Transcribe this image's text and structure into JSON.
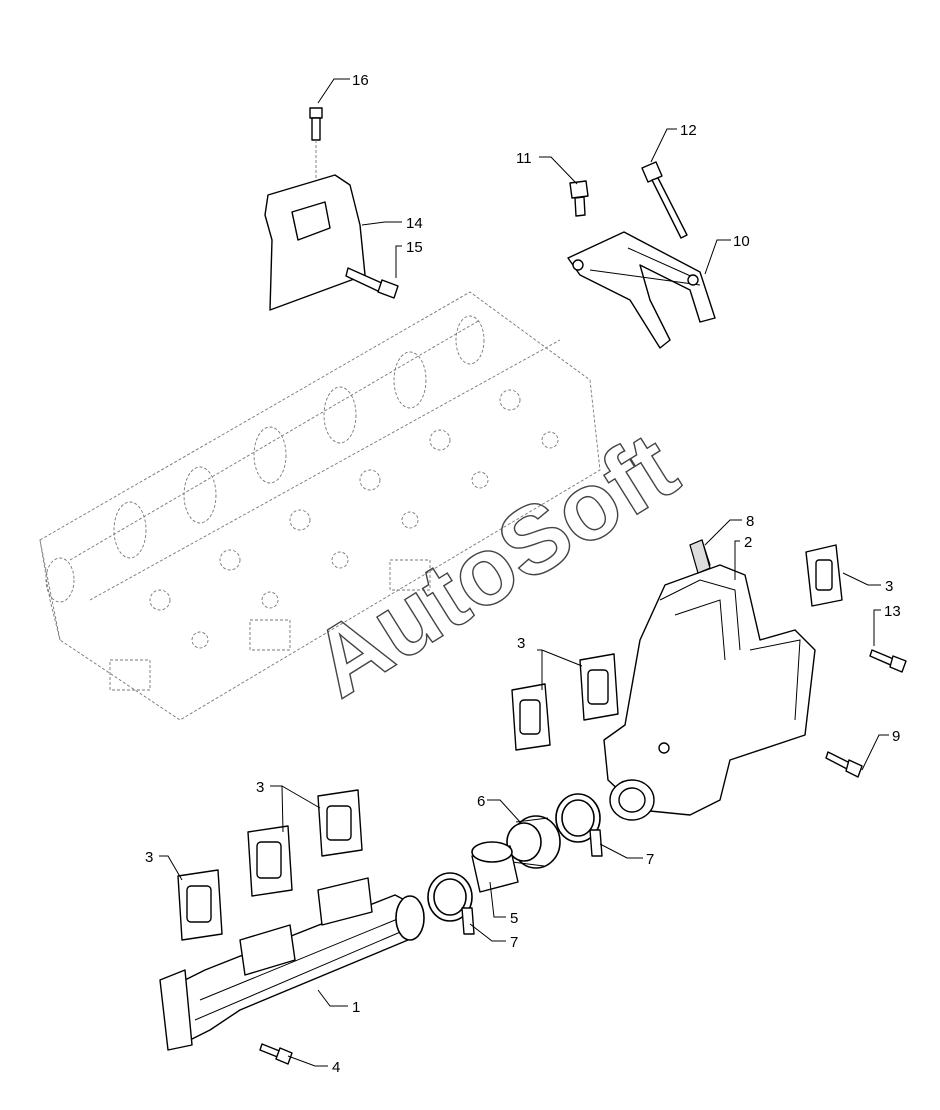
{
  "callouts": {
    "c1": "1",
    "c2": "2",
    "c3a": "3",
    "c3b": "3",
    "c3c": "3",
    "c3d": "3",
    "c4": "4",
    "c5": "5",
    "c6": "6",
    "c7a": "7",
    "c7b": "7",
    "c8": "8",
    "c9": "9",
    "c10": "10",
    "c11": "11",
    "c12": "12",
    "c13": "13",
    "c14": "14",
    "c15": "15",
    "c16": "16"
  },
  "watermark": "AutoSoft"
}
